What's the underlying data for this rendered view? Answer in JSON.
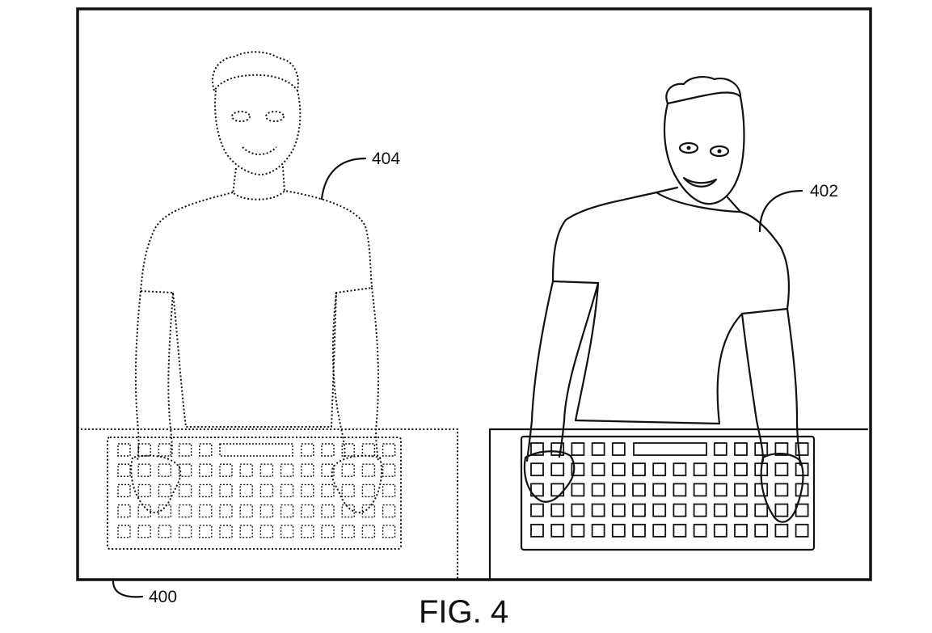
{
  "figure": {
    "title": "FIG. 4",
    "labels": {
      "display": "400",
      "real_user": "402",
      "virtual_user": "404"
    }
  }
}
